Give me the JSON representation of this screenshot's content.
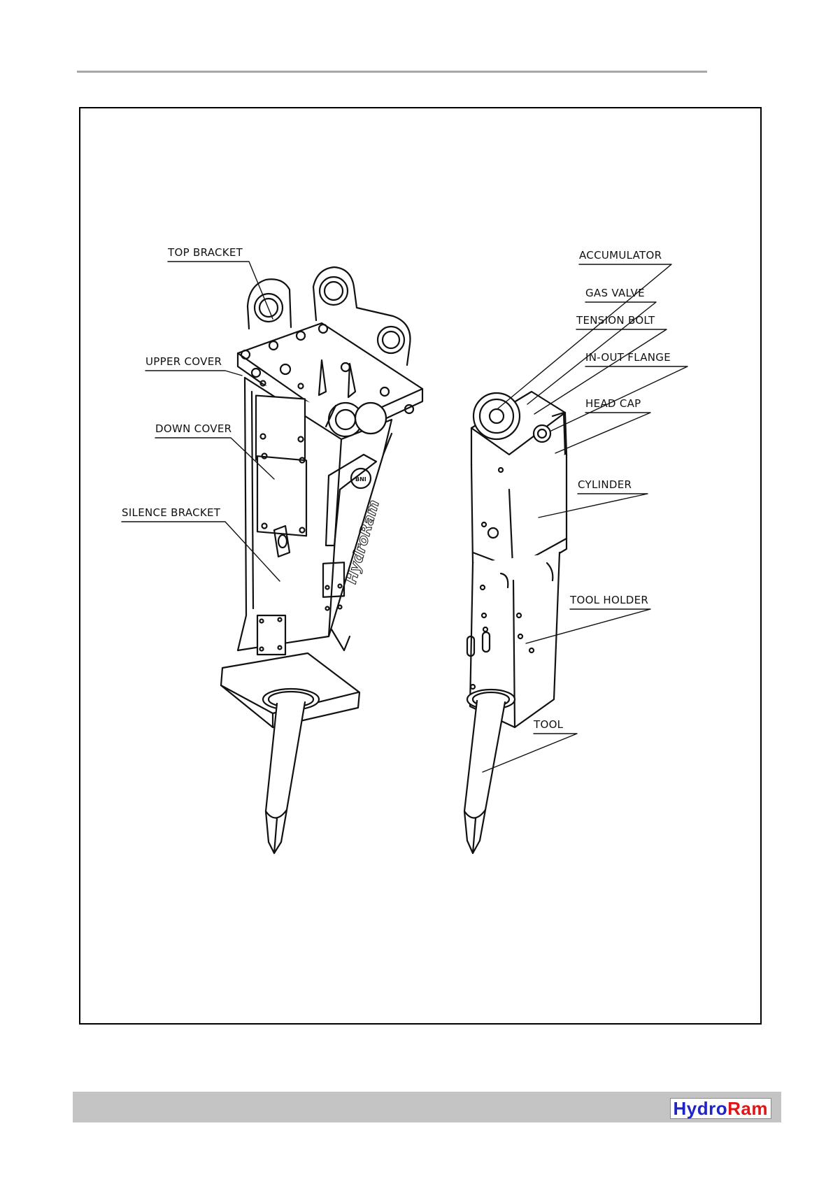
{
  "labels": {
    "top_bracket": "TOP BRACKET",
    "upper_cover": "UPPER COVER",
    "down_cover": "DOWN COVER",
    "silence_bracket": "SILENCE BRACKET",
    "accumulator": "ACCUMULATOR",
    "gas_valve": "GAS VALVE",
    "tension_bolt": "TENSION BOLT",
    "in_out_flange": "IN-OUT FLANGE",
    "head_cap": "HEAD CAP",
    "cylinder": "CYLINDER",
    "tool_holder": "TOOL HOLDER",
    "tool": "TOOL"
  },
  "body_marks": {
    "brand": "HydroRam",
    "badge": "BNI"
  },
  "footer": {
    "logo_part1": "Hydro",
    "logo_part2": "Ram"
  },
  "colors": {
    "logo_blue": "#1e24c8",
    "logo_red": "#e01515",
    "footer_bar": "#c4c4c4"
  }
}
